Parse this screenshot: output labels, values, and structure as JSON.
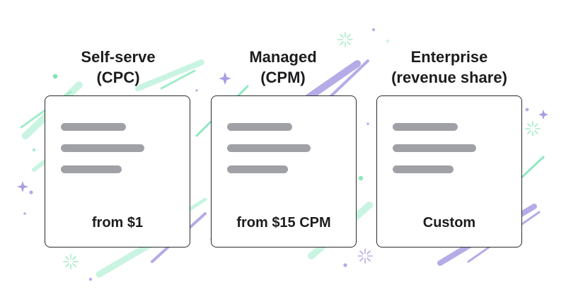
{
  "plans": [
    {
      "title_line1": "Self-serve",
      "title_line2": "(CPC)",
      "price": "from $1"
    },
    {
      "title_line1": "Managed",
      "title_line2": "(CPM)",
      "price": "from $15 CPM"
    },
    {
      "title_line1": "Enterprise",
      "title_line2": "(revenue share)",
      "price": "Custom"
    }
  ],
  "colors": {
    "green_accent": "#8ee9c0",
    "purple_accent": "#b5abe6",
    "placeholder_bar": "#a0a1a6",
    "card_border": "#2b2b2b",
    "text": "#1d1d1f"
  },
  "icons": [
    "sparkle-icon",
    "starburst-icon",
    "dot-icon"
  ]
}
